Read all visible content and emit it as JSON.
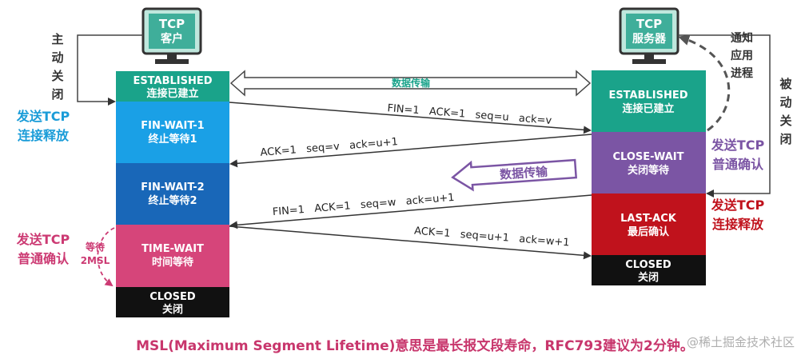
{
  "client": {
    "title": [
      "TCP",
      "客户"
    ],
    "side_label": "主动关闭",
    "states": [
      {
        "en": "ESTABLISHED",
        "zh": "连接已建立",
        "color": "#1aa38a"
      },
      {
        "en": "FIN-WAIT-1",
        "zh": "终止等待1",
        "color": "#1aa0e6"
      },
      {
        "en": "FIN-WAIT-2",
        "zh": "终止等待2",
        "color": "#1967b8"
      },
      {
        "en": "TIME-WAIT",
        "zh": "时间等待",
        "color": "#d6457a"
      },
      {
        "en": "CLOSED",
        "zh": "关闭",
        "color": "#111111"
      }
    ],
    "notes": {
      "release": [
        "发送TCP",
        "连接释放"
      ],
      "ack": [
        "发送TCP",
        "普通确认"
      ],
      "wait": [
        "等待",
        "2MSL"
      ]
    }
  },
  "server": {
    "title": [
      "TCP",
      "服务器"
    ],
    "side_label": "被动关闭",
    "notify_label": [
      "通知",
      "应用",
      "进程"
    ],
    "states": [
      {
        "en": "ESTABLISHED",
        "zh": "连接已建立",
        "color": "#1aa38a"
      },
      {
        "en": "CLOSE-WAIT",
        "zh": "关闭等待",
        "color": "#7b55a4"
      },
      {
        "en": "LAST-ACK",
        "zh": "最后确认",
        "color": "#c0121c"
      },
      {
        "en": "CLOSED",
        "zh": "关闭",
        "color": "#111111"
      }
    ],
    "notes": {
      "ack": [
        "发送TCP",
        "普通确认"
      ],
      "release": [
        "发送TCP",
        "连接释放"
      ]
    }
  },
  "messages": {
    "data_transfer": "数据传输",
    "data_transfer_2": "数据传输",
    "m1": "FIN=1   ACK=1   seq=u   ack=v",
    "m2": "ACK=1   seq=v   ack=u+1",
    "m3": "FIN=1   ACK=1   seq=w   ack=u+1",
    "m4": "ACK=1   seq=u+1   ack=w+1"
  },
  "footer": "MSL(Maximum Segment Lifetime)意思是最长报文段寿命，RFC793建议为2分钟。",
  "watermark": "@稀土掘金技术社区",
  "colors": {
    "teal": "#1aa38a",
    "monitor": "#3fae9a",
    "blue": "#1a9cd8",
    "pink": "#cc3a73",
    "purple": "#7b55a4",
    "red": "#c0121c",
    "footer": "#c8366c"
  }
}
